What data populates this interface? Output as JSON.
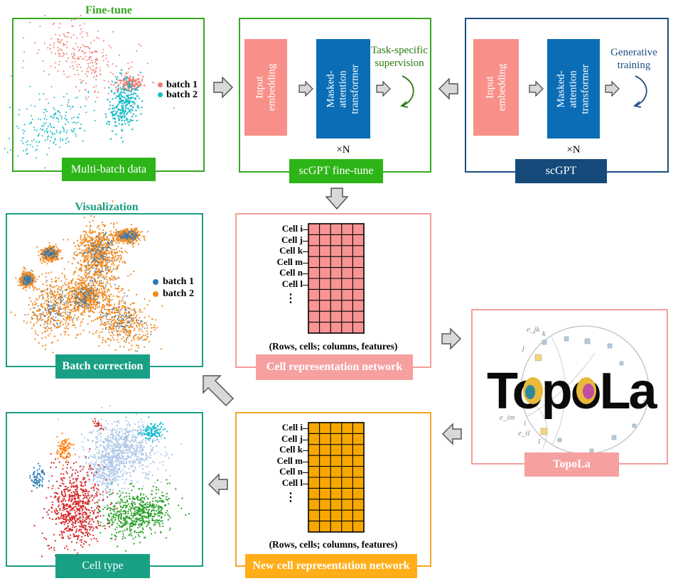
{
  "headings": {
    "finetune": "Fine-tune",
    "visualization": "Visualization"
  },
  "tags": {
    "multibatch": "Multi-batch data",
    "scgpt_finetune": "scGPT fine-tune",
    "scgpt": "scGPT",
    "batch_correction": "Batch correction",
    "cell_rep": "Cell representation network",
    "topola": "TopoLa",
    "new_cell_rep": "New cell representation network",
    "cell_type": "Cell type"
  },
  "legend1": {
    "batch1": "batch 1",
    "batch2": "batch 2"
  },
  "legend2": {
    "batch1": "batch 1",
    "batch2": "batch 2"
  },
  "finetune_block": {
    "input": "Input embedding",
    "transformer": "Masked-attention transformer",
    "times_n": "×N",
    "note_line1": "Task-specific",
    "note_line2": "supervision"
  },
  "pretrain_block": {
    "input": "Input embedding",
    "transformer": "Masked-attention transformer",
    "times_n": "×N",
    "note_line1": "Generative",
    "note_line2": "training"
  },
  "matrix1": {
    "rows": [
      "Cell i",
      "Cell j",
      "Cell k",
      "Cell m",
      "Cell n",
      "Cell l"
    ],
    "dots": "⋮",
    "caption": "(Rows, cells; columns, features)"
  },
  "matrix2": {
    "rows": [
      "Cell i",
      "Cell j",
      "Cell k",
      "Cell m",
      "Cell n",
      "Cell l"
    ],
    "dots": "⋮",
    "caption": "(Rows, cells; columns, features)"
  },
  "topola_logo": {
    "word": "TopoLa",
    "labels": [
      "e_jk",
      "k",
      "j",
      "e_im",
      "i",
      "e_il",
      "l"
    ]
  },
  "colors": {
    "green": "#36a820",
    "green_fill": "#2db518",
    "navy": "#1d4e80",
    "navy_fill": "#154a7a",
    "teal": "#1a9e82",
    "teal_fill": "#19a084",
    "salmon": "#f39e9a",
    "salmon_fill": "#f6a0a0",
    "orange": "#f5a623",
    "orange_fill": "#ffae1a",
    "block_red": "#f88f88",
    "block_blue": "#0a6db6",
    "batch1_red": "#f27c74",
    "batch2_cyan": "#1bbbc9",
    "batch1_blue": "#2a78b8",
    "batch2_orange": "#f28a1f",
    "matrix_pink": "#f99494",
    "matrix_orange": "#f7a800"
  }
}
